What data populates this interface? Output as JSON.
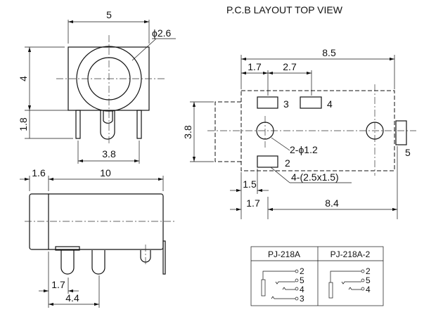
{
  "title": "P.C.B LAYOUT    TOP VIEW",
  "front_view": {
    "width": "5",
    "hole_dia": "ϕ2.6",
    "height": "4",
    "pin_len": "1.8",
    "pin_pitch": "3.8"
  },
  "side_view": {
    "front": "1.6",
    "length": "10",
    "pin1": "1.7",
    "pin2": "4.4"
  },
  "pcb": {
    "overall": "8.5",
    "d1": "1.7",
    "d2": "2.7",
    "height": "3.8",
    "holes": "2-ϕ1.2",
    "pads": "4-(2.5x1.5)",
    "d3": "1.5",
    "d4": "1.7",
    "d5": "8.4",
    "pad_labels": [
      "3",
      "4",
      "5",
      "2"
    ]
  },
  "table": {
    "headers": [
      "PJ-218A",
      "PJ-218A-2"
    ],
    "col1_pins": [
      "2",
      "5",
      "4",
      "3"
    ],
    "col2_pins": [
      "2",
      "5",
      "4"
    ]
  }
}
